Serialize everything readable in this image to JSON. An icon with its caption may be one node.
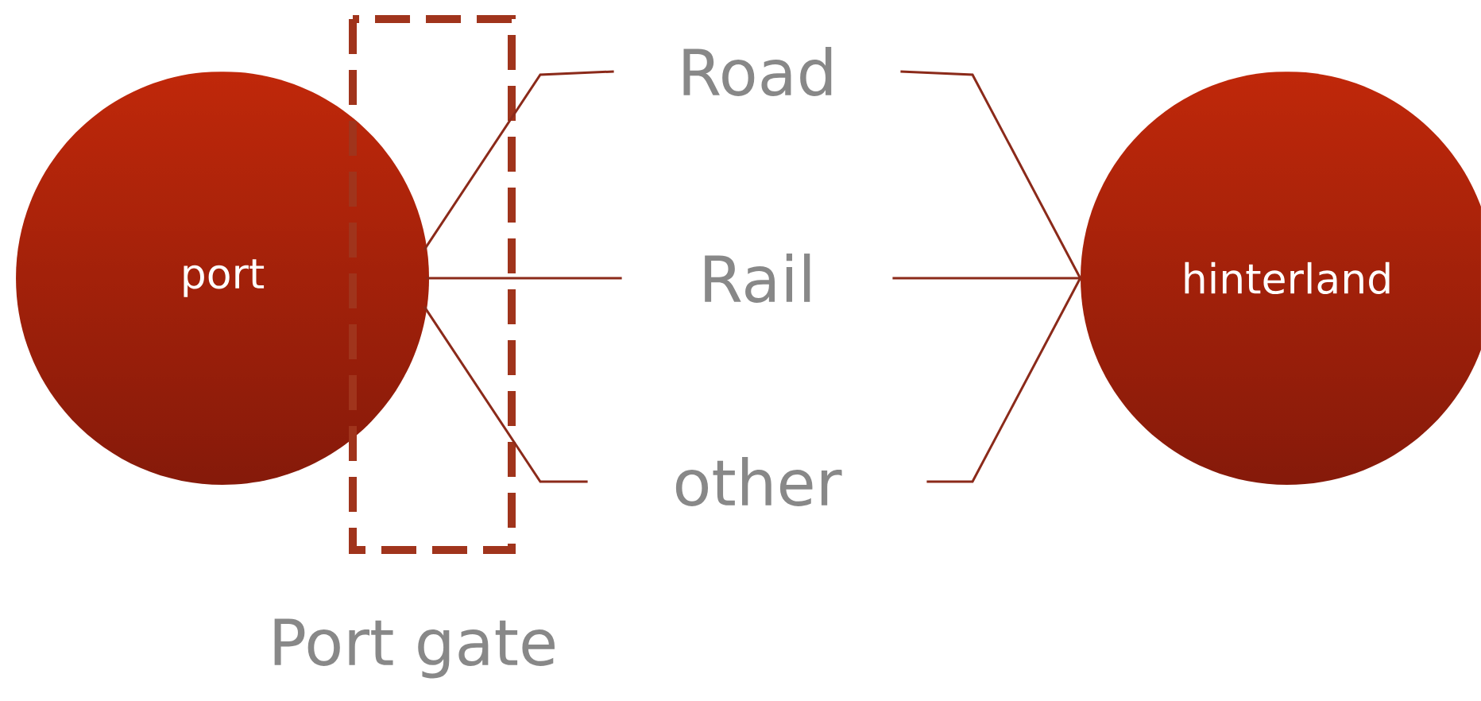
{
  "diagram": {
    "nodes": [
      {
        "text": [
          "port"
        ]
      },
      {
        "text": [
          "hinterland"
        ]
      },
      {
        "text": [
          "Road"
        ]
      },
      {
        "text": [
          "Rail"
        ]
      },
      {
        "text": [
          "other"
        ]
      }
    ],
    "edges": [
      {
        "from": 0,
        "to": 2,
        "arrow": "none"
      },
      {
        "from": 0,
        "to": 3,
        "arrow": "none"
      },
      {
        "from": 0,
        "to": 4,
        "arrow": "none"
      },
      {
        "from": 2,
        "to": 1,
        "arrow": "none"
      },
      {
        "from": 3,
        "to": 1,
        "arrow": "none"
      },
      {
        "from": 4,
        "to": 1,
        "arrow": "none"
      }
    ],
    "labels": [
      "Port gate"
    ]
  }
}
